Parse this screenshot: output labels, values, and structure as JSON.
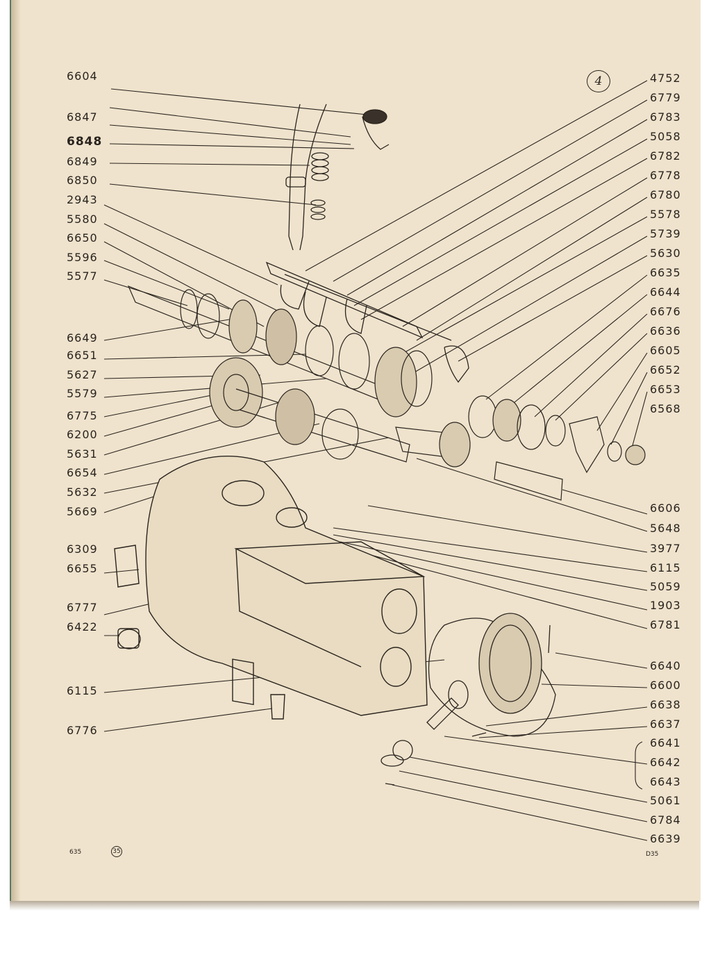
{
  "plate_number": "4",
  "footer_left": "635",
  "footer_left_circled": "35",
  "footer_right": "D35",
  "left_labels": [
    "6604",
    "6847",
    "6848",
    "6849",
    "6850",
    "2943",
    "5580",
    "6650",
    "5596",
    "5577",
    "6649",
    "6651",
    "5627",
    "5579",
    "6775",
    "6200",
    "5631",
    "6654",
    "5632",
    "5669",
    "6309",
    "6655",
    "6777",
    "6422",
    "6115",
    "6776"
  ],
  "right_labels": [
    "4752",
    "6779",
    "6783",
    "5058",
    "6782",
    "6778",
    "6780",
    "5578",
    "5739",
    "5630",
    "6635",
    "6644",
    "6676",
    "6636",
    "6605",
    "6652",
    "6653",
    "6568",
    "6606",
    "5648",
    "3977",
    "6115",
    "5059",
    "1903",
    "6781",
    "6640",
    "6600",
    "6638",
    "6637",
    "6641",
    "6642",
    "6643",
    "5061",
    "6784",
    "6639"
  ],
  "colors": {
    "paper": "#efe3cd",
    "ink": "#2a241e",
    "binding": "#5b7a67"
  }
}
